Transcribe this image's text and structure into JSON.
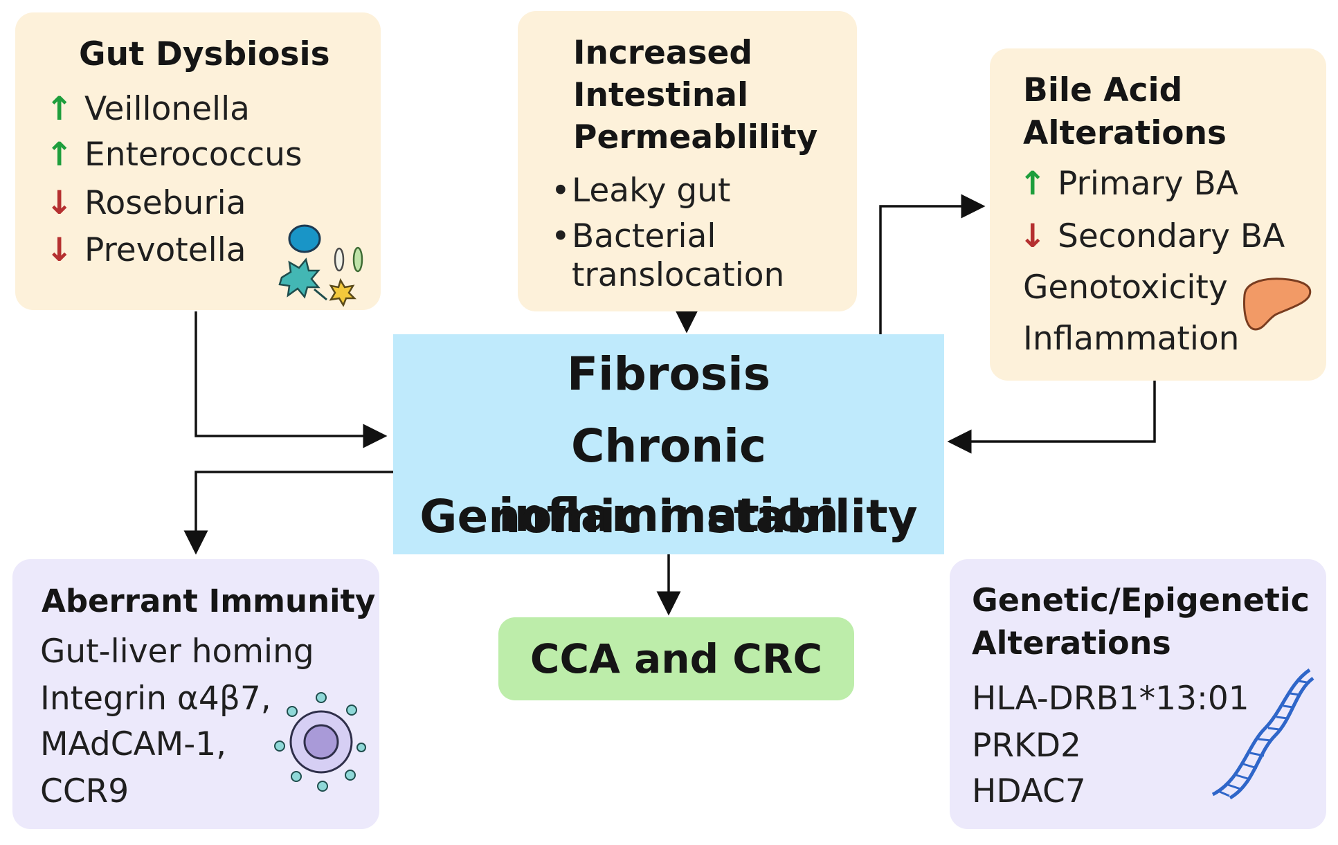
{
  "gut_dysbiosis": {
    "title": "Gut Dysbiosis",
    "items": [
      {
        "direction": "up",
        "arrow": "↑",
        "label": "Veillonella"
      },
      {
        "direction": "up",
        "arrow": "↑",
        "label": "Enterococcus"
      },
      {
        "direction": "down",
        "arrow": "↓",
        "label": "Roseburia"
      },
      {
        "direction": "down",
        "arrow": "↓",
        "label": "Prevotella"
      }
    ],
    "icon": "bacteria-icon"
  },
  "permeability": {
    "title_lines": [
      "Increased",
      "Intestinal",
      "Permeablility"
    ],
    "bullets": [
      "Leaky gut",
      "Bacterial",
      "translocation"
    ]
  },
  "bile_acid": {
    "title_lines": [
      "Bile Acid",
      "Alterations"
    ],
    "items": [
      {
        "direction": "up",
        "arrow": "↑",
        "label": "Primary BA"
      },
      {
        "direction": "down",
        "arrow": "↓",
        "label": "Secondary BA"
      }
    ],
    "effects": [
      "Genotoxicity",
      "Inflammation"
    ],
    "icon": "liver-icon"
  },
  "center": {
    "lines": [
      "Fibrosis",
      "Chronic inflammation",
      "Genomic instability"
    ]
  },
  "immunity": {
    "title": "Aberrant Immunity",
    "lines": [
      "Gut-liver homing",
      "Integrin α4β7,",
      "MAdCAM-1,",
      "CCR9"
    ],
    "icon": "immune-cell-icon"
  },
  "outcome": {
    "label": "CCA and CRC"
  },
  "genetic": {
    "title_lines": [
      "Genetic/Epigenetic",
      "Alterations"
    ],
    "lines": [
      "HLA-DRB1*13:01",
      "PRKD2",
      "HDAC7"
    ],
    "icon": "dna-icon"
  },
  "colors": {
    "yellow_box": "#fdf1da",
    "purple_box": "#ece9fb",
    "center_box": "#bfeafc",
    "outcome_box": "#bdedaa",
    "up_arrow": "#1e9e3c",
    "down_arrow": "#b53030"
  }
}
